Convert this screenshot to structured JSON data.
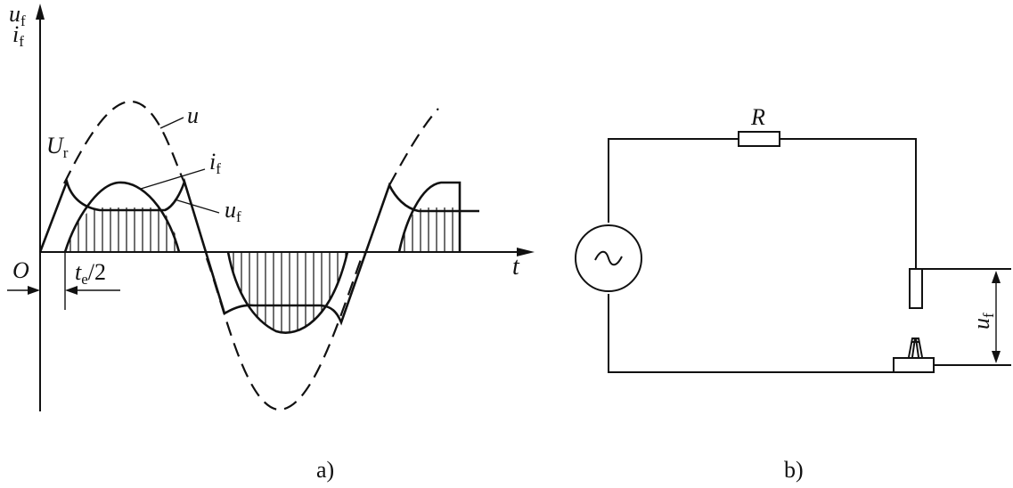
{
  "panel_a": {
    "caption": "a)",
    "y_axis_label_top": {
      "main": "u",
      "sub": "f"
    },
    "y_axis_label_bottom": {
      "main": "i",
      "sub": "f"
    },
    "x_axis_label": "t",
    "origin_label": "O",
    "curve_u_label": "u",
    "curve_if_label": {
      "main": "i",
      "sub": "f"
    },
    "curve_uf_label": {
      "main": "u",
      "sub": "f"
    },
    "reignition_label": {
      "main": "U",
      "sub": "r"
    },
    "interval_label": {
      "main": "t",
      "sub": "e",
      "rest": "/2"
    }
  },
  "panel_b": {
    "caption": "b)",
    "resistor_label": "R",
    "source_symbol": "~",
    "voltage_label": {
      "main": "u",
      "sub": "f"
    }
  },
  "colors": {
    "ink": "#111111",
    "background": "#ffffff"
  }
}
